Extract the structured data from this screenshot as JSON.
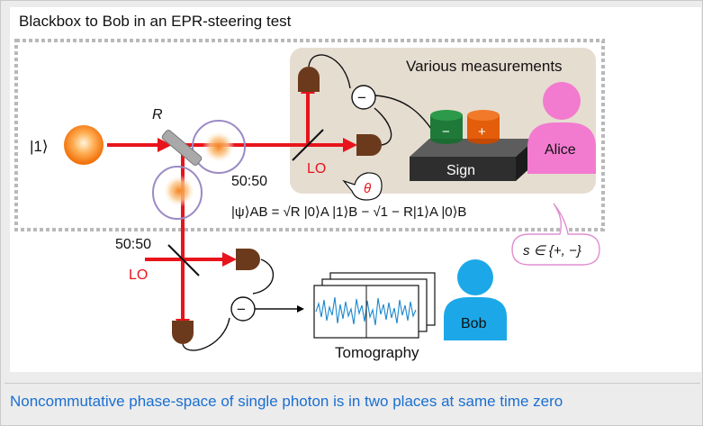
{
  "figure": {
    "title": "Blackbox to Bob in an EPR-steering test",
    "input_state": "|1⟩",
    "reflectivity_label": "R",
    "splitter_alice": "50:50",
    "splitter_bob": "50:50",
    "measurement_box_title": "Various measurements",
    "lo_alice": "LO",
    "lo_bob": "LO",
    "phase_label": "θ",
    "minus_alice": "−",
    "minus_bob": "−",
    "sign_box": "Sign",
    "sign_minus": "−",
    "sign_plus": "+",
    "alice_label": "Alice",
    "bob_label": "Bob",
    "outcome_bubble": "s ∈ {+, −}",
    "state_equation": "|ψ⟩AB = √R |0⟩A |1⟩B − √1 − R|1⟩A |0⟩B",
    "tomography_label": "Tomography",
    "colors": {
      "beam": "#e8141b",
      "detector": "#6b3a1c",
      "alice_person": "#f27bcf",
      "bob_person": "#1ca8e8",
      "measurement_box": "#e6ddd1",
      "wave": "#1a87cc",
      "mode_outline": "#9b8bc4"
    }
  },
  "caption": {
    "text": "Noncommutative phase-space of single photon is in two places at same time zero"
  }
}
